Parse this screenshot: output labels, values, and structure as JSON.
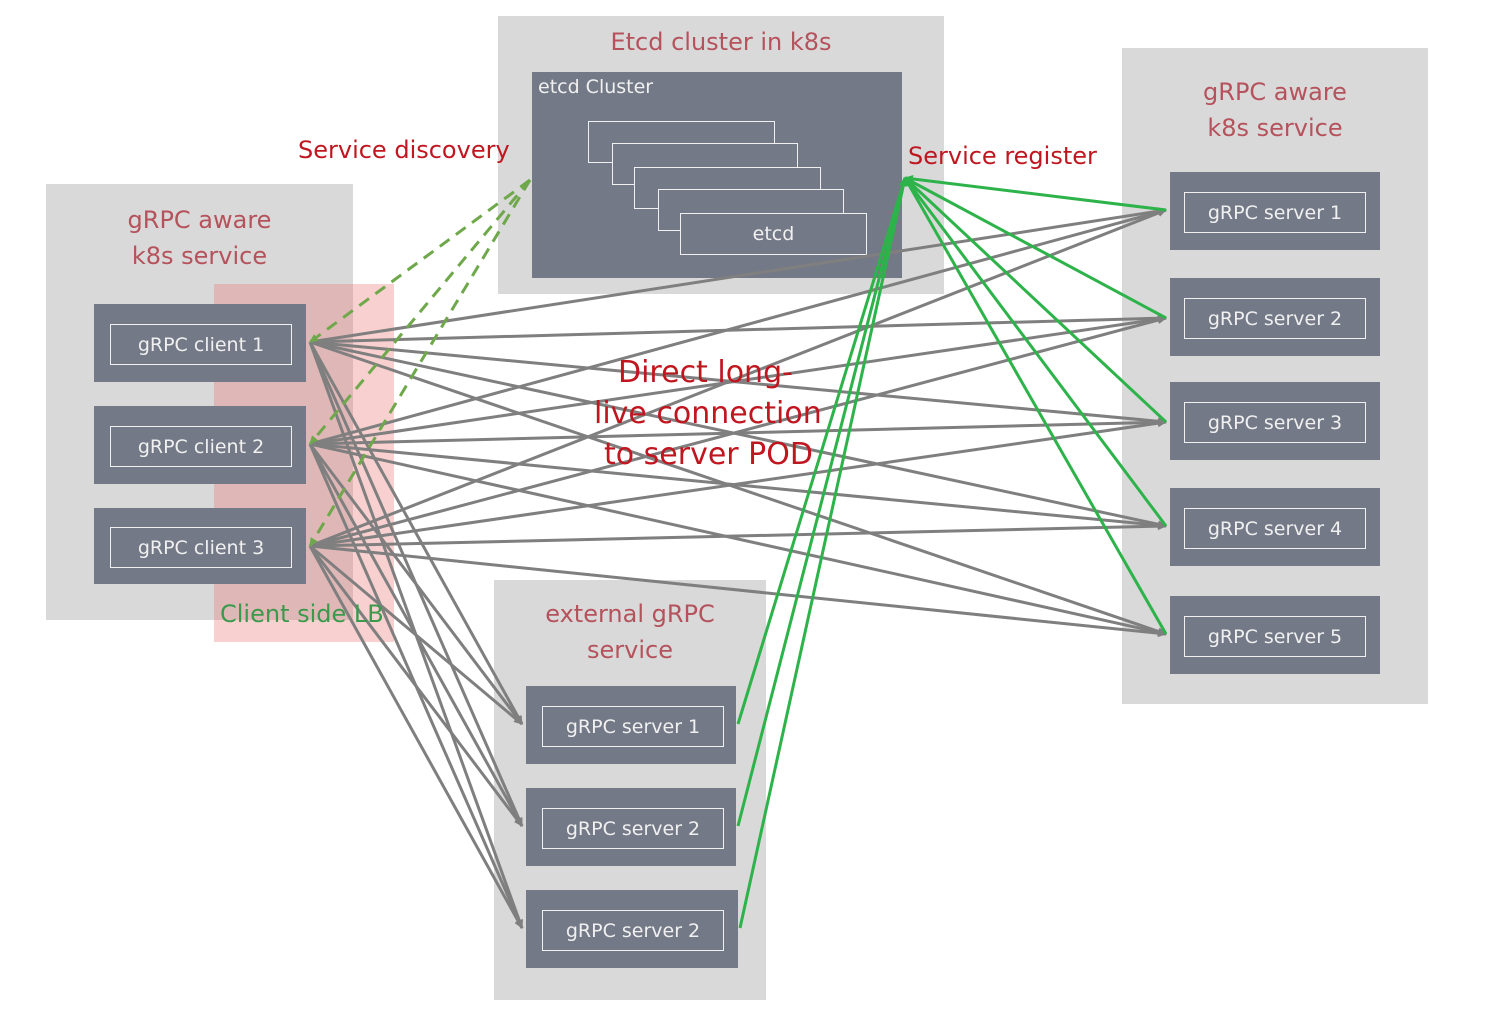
{
  "etcd_panel": {
    "title": "Etcd cluster in k8s",
    "cluster_label": "etcd Cluster",
    "node_label": "etcd"
  },
  "left_panel": {
    "title_line1": "gRPC aware",
    "title_line2": "k8s service",
    "clients": [
      "gRPC client 1",
      "gRPC client 2",
      "gRPC client 3"
    ],
    "lb_label": "Client side LB"
  },
  "right_panel": {
    "title_line1": "gRPC aware",
    "title_line2": "k8s service",
    "servers": [
      "gRPC server 1",
      "gRPC server 2",
      "gRPC server 3",
      "gRPC server 4",
      "gRPC server 5"
    ]
  },
  "external_panel": {
    "title_line1": "external gRPC",
    "title_line2": "service",
    "servers": [
      "gRPC server 1",
      "gRPC server 2",
      "gRPC server 2"
    ]
  },
  "labels": {
    "service_discovery": "Service discovery",
    "service_register": "Service register",
    "center_line1": "Direct long-",
    "center_line2": "live connection",
    "center_line3": "to server POD"
  },
  "colors": {
    "panel_bg": "#d9d9d9",
    "node_bg": "#737986",
    "title_text": "#b5525c",
    "label_red": "#c0161f",
    "connection_gray": "#7f7f7f",
    "register_green": "#2db34a",
    "discovery_green": "#6fa84a"
  }
}
